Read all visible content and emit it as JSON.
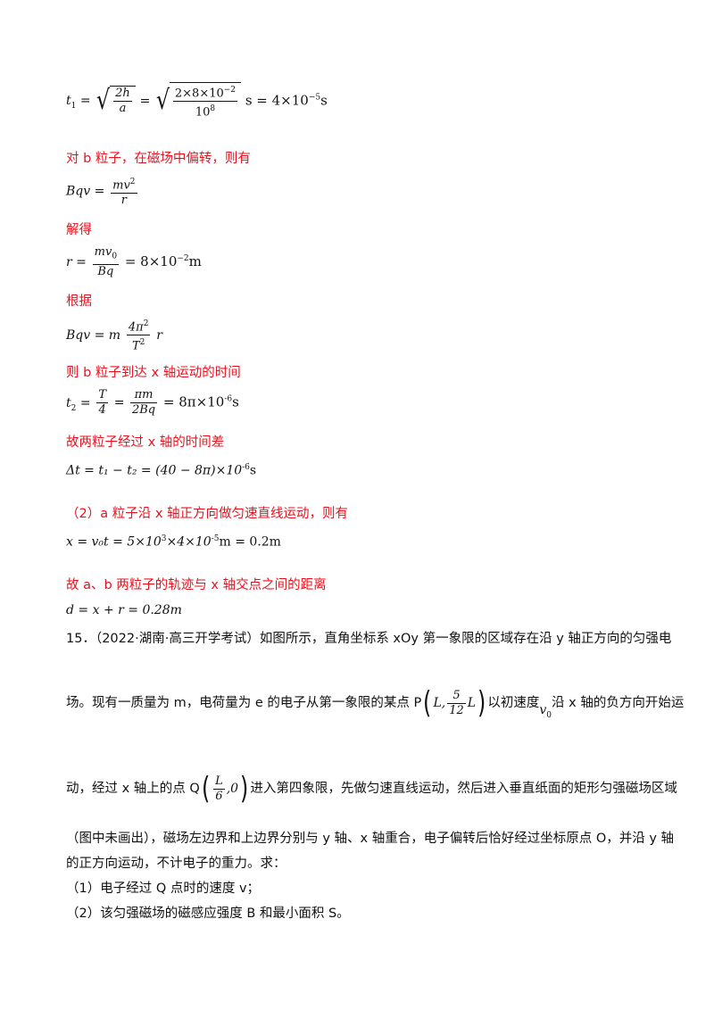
{
  "eq_t1": {
    "lhs": "t",
    "sub": "1",
    "num1": "2h",
    "den1": "a",
    "num2": "2×8×10",
    "num2_exp": "−2",
    "den2": "10",
    "den2_exp": "8",
    "rhs": "s = 4×10",
    "rhs_exp": "−5",
    "unit": "s"
  },
  "h1": "对 b 粒子，在磁场中偏转，则有",
  "eq_bqv1": {
    "lhs": "Bqv =",
    "num": "mv",
    "num_exp": "2",
    "den": "r"
  },
  "h2": "解得",
  "eq_r": {
    "lhs": "r =",
    "num": "mv",
    "num_sub": "0",
    "den": "Bq",
    "rhs": "= 8×10",
    "rhs_exp": "−2",
    "unit": "m"
  },
  "h3": "根据",
  "eq_bqv2": {
    "lhs": "Bqv = m",
    "num": "4π",
    "num_exp": "2",
    "den": "T",
    "den_exp": "2",
    "tail": "r"
  },
  "h4": "则 b 粒子到达 x 轴运动的时间",
  "eq_t2": {
    "lhs": "t",
    "sub": "2",
    "eq": "=",
    "num1": "T",
    "den1": "4",
    "num2": "πm",
    "den2": "2Bq",
    "rhs": "= 8π×10",
    "rhs_exp": "-6",
    "unit": "s"
  },
  "h5": "故两粒子经过 x 轴的时间差",
  "eq_dt": {
    "text": "Δt = t₁ − t₂ = (40 − 8π)×10",
    "exp": "-6",
    "unit": "s"
  },
  "h6": "（2）a 粒子沿 x 轴正方向做匀速直线运动，则有",
  "eq_x": {
    "text": "x = v₀t = 5×10",
    "exp1": "3",
    "mid": "×4×10",
    "exp2": "-5",
    "unit": "m = 0.2m"
  },
  "h7": "故 a、b 两粒子的轨迹与 x 轴交点之间的距离",
  "eq_d": {
    "text": "d = x + r = 0.28m"
  },
  "q15": {
    "line1": "15．（2022·湖南·高三开学考试）如图所示，直角坐标系 xOy 第一象限的区域存在沿 y 轴正方向的匀强电",
    "line2_a": "场。现有一质量为 m，电荷量为 e 的电子从第一象限的某点 P",
    "line2_p": "L,",
    "line2_pnum": "5",
    "line2_pden": "12",
    "line2_pL": "L",
    "line2_b": "以初速度",
    "line2_v": "v",
    "line2_vsub": "0",
    "line2_c": "沿 x 轴的负方向开始运",
    "line3_a": "动，经过 x 轴上的点 Q",
    "line3_qnum": "L",
    "line3_qden": "6",
    "line3_q0": ",0",
    "line3_b": "进入第四象限，先做匀速直线运动，然后进入垂直纸面的矩形匀强磁场区域",
    "line4": "（图中未画出），磁场左边界和上边界分别与 y 轴、x 轴重合，电子偏转后恰好经过坐标原点 O，并沿 y 轴",
    "line5": "的正方向运动，不计电子的重力。求：",
    "line6": "（1）电子经过 Q 点时的速度 v；",
    "line7": "（2）该匀强磁场的磁感应强度 B 和最小面积 S。"
  }
}
